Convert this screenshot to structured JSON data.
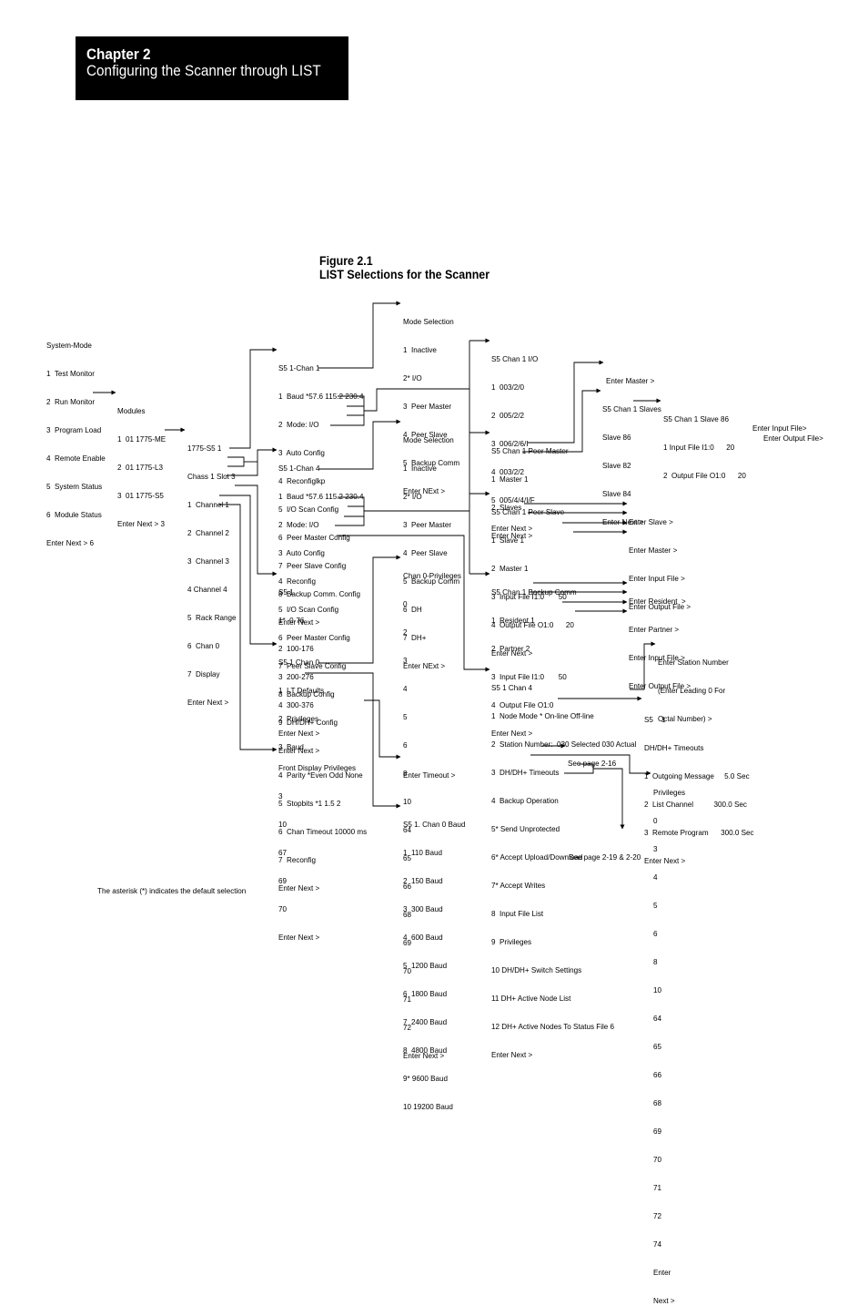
{
  "header": {
    "chapter": "Chapter  2",
    "title": "Configuring the Scanner through LIST"
  },
  "figure": {
    "number": "Figure 2.1",
    "title": "LIST Selections for the Scanner"
  },
  "footnote": "The asterisk (*) indicates the default selection",
  "blocks": {
    "system_mode": [
      "System-Mode",
      "1  Test Monitor",
      "2  Run Monitor",
      "3  Program Load",
      "4  Remote Enable",
      "5  System Status",
      "6  Module Status",
      "Enter Next > 6"
    ],
    "modules": [
      "Modules",
      "1  01 1775-ME",
      "2  01 1775-L3",
      "3  01 1775-S5",
      "Enter Next > 3"
    ],
    "s5_chassis": [
      "1775-S5 1",
      "Chass 1 Slot 3",
      "1  Channel 1",
      "2  Channel 2",
      "3  Channel 3",
      "4 Channel 4",
      "5  Rack Range",
      "6  Chan 0",
      "7  Display",
      "Enter Next >"
    ],
    "chan1": [
      "S5 1-Chan 1",
      "1  Baud *57.6 115.2 230.4",
      "2  Mode: I/O",
      "3  Auto Config",
      "4  Reconfiglkp",
      "5  I/O Scan Config",
      "6  Peer Master Config",
      "7  Peer Slave Config",
      "8  Backup Comm. Config",
      "Enter Next >"
    ],
    "mode_sel_1": [
      "Mode Selection",
      "1  Inactive",
      "2* I/O",
      "3  Peer Master",
      "4  Peer Slave",
      "5  Backup Comm",
      "Enter NExt >"
    ],
    "chan4": [
      "S5 1-Chan 4",
      "1  Baud *57.6 115.2 230.4",
      "2  Mode: I/O",
      "3  Auto Config",
      "4  Reconfig",
      "5  I/O Scan Config",
      "6  Peer Master Config",
      "7  Peer Slave Config",
      "8  Backup Config",
      "9  DH/DH+ Config",
      "Enter Next >"
    ],
    "mode_sel_4": [
      "Mode Selection",
      "1  Inactive",
      "2* I/O",
      "3  Peer Master",
      "4  Peer Slave",
      "5  Backup Comm",
      "6  DH",
      "7  DH+",
      "Enter NExt >"
    ],
    "rack_range": [
      "S5 1",
      "1*  0-76",
      "2  100-176",
      "3  200-276",
      "4  300-376",
      "Enter Next >"
    ],
    "chan0": [
      "S5 1 Chan 0",
      "1  I.T Defaults",
      "2  Privileges",
      "3  Baud",
      "4  Parity *Even Odd None",
      "5  Stopbits *1 1.5 2",
      "6  Chan Timeout 10000 ms",
      "7  Reconfig",
      "Enter Next >"
    ],
    "chan0_priv": [
      "Chan 0-Privileges",
      "0",
      "2",
      "3",
      "4",
      "5",
      "6",
      "8",
      "10",
      "64",
      "65",
      "66",
      "68",
      "69",
      "70",
      "71",
      "72",
      "Enter Next >"
    ],
    "enter_timeout": [
      "Enter Timeout >"
    ],
    "chan0_baud": [
      "S5 1. Chan 0 Baud",
      "1  110 Baud",
      "2  150 Baud",
      "3  300 Baud",
      "4  600 Baud",
      "5  1200 Baud",
      "6  1800 Baud",
      "7  2400 Baud",
      "8  4800 Baud",
      "9* 9600 Baud",
      "10 19200 Baud"
    ],
    "front_display": [
      "Front Display Privileges",
      "3",
      "10",
      "67",
      "69",
      "70",
      "Enter Next >"
    ],
    "chan1_io": [
      "S5 Chan 1 I/O",
      "1  003/2/0",
      "2  005/2/2",
      "3  006/2/6/I",
      "4  003/2/2",
      "5  005/4/4/I/F",
      "Enter Next >"
    ],
    "peer_master": [
      "S5 Chan 1 Peer Master",
      "1  Master 1",
      "2  Slaves",
      "Enter Next >"
    ],
    "enter_master": [
      "Enter Master >"
    ],
    "chan1_slaves": [
      "S5 Chan 1 Slaves",
      "Slave 86",
      "Slave 82",
      "Slave 84",
      "Enter Next >"
    ],
    "slave86": [
      "S5 Chan 1 Slave 86",
      "1 Input File I1:0      20",
      "2  Output File O1:0      20"
    ],
    "slave86_in": [
      "Enter Input File>"
    ],
    "slave86_out": [
      "Enter Output File>"
    ],
    "peer_slave": [
      "S5 Chan 1 Peer Slave",
      "1  Slave 1",
      "2  Master 1",
      "3  Input File I1:0       50",
      "4  Output File O1:0      20",
      "Enter Next >"
    ],
    "ps_enter": [
      "Enter Slave >",
      "Enter Master >",
      "Enter Input File >",
      "Enter Output File >"
    ],
    "backup": [
      "S5 Chan 1 Backup Comm",
      "1  Resident 1",
      "2  Partner 2",
      "3  Input File I1:0       50",
      "4  Output File O1:0",
      "Enter Next >"
    ],
    "bk_enter": [
      "Enter Resident  >",
      "Enter Partner >",
      "Enter Input File >",
      "Enter Output File >"
    ],
    "chan4_dh": [
      "S5 1 Chan 4",
      "1  Node Mode * On-line Off-line",
      "2  Station Number:  030 Selected 030 Actual",
      "3  DH/DH+ Timeouts",
      "4  Backup Operation",
      "5* Send Unprotected",
      "6* Accept Upload/Download",
      "7* Accept Writes",
      "8  Input File List",
      "9  Privileges",
      "10 DH/DH+ Switch Settings",
      "11 DH+ Active Node List",
      "12 DH+ Active Nodes To Status File 6",
      "Enter Next >"
    ],
    "see_216": [
      "See page 2-16"
    ],
    "see_219": [
      "See page 2-19 & 2-20"
    ],
    "station": [
      "Enter Station Number",
      "(Enter Leading 0 For",
      "Octal Number) >"
    ],
    "timeouts": [
      "S5    1",
      "DH/DH+ Timeouts",
      "1  Outgoing Message     5.0 Sec",
      "2  List Channel          300.0 Sec",
      "3  Remote Program      300.0 Sec",
      "Enter Next >"
    ],
    "dh_priv": [
      "Privileges",
      "0",
      "3",
      "4",
      "5",
      "6",
      "8",
      "10",
      "64",
      "65",
      "66",
      "68",
      "69",
      "70",
      "71",
      "72",
      "74",
      "Enter",
      "Next >"
    ]
  }
}
